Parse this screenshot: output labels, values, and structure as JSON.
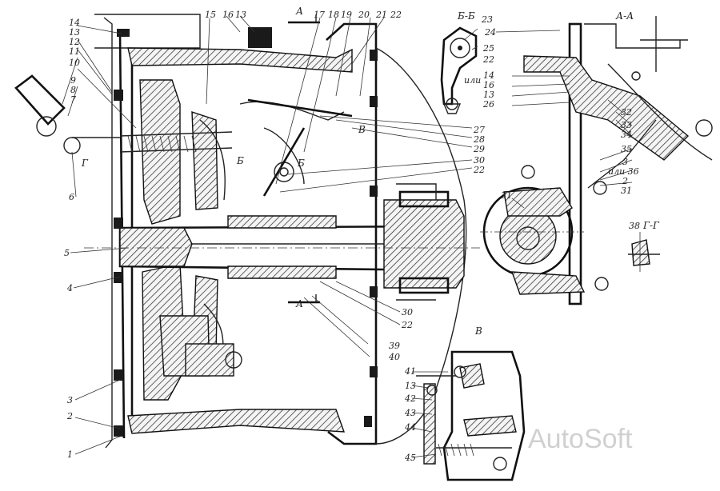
{
  "labels": {
    "l1": "1",
    "l2": "2",
    "l3": "3",
    "l4": "4",
    "l5": "5",
    "l6": "6",
    "l7": "7",
    "l8": "8",
    "l9": "9",
    "l10": "10",
    "l11": "11",
    "l12": "12",
    "l13": "13",
    "l14": "14",
    "l15": "15",
    "l16": "16",
    "l17": "17",
    "l18": "18",
    "l19": "19",
    "l20": "20",
    "l21": "21",
    "l22": "22",
    "l23": "23",
    "l24": "24",
    "l25": "25",
    "l26": "26",
    "l27": "27",
    "l28": "28",
    "l29": "29",
    "l30": "30",
    "l31": "31",
    "l32": "32",
    "l33": "33",
    "l34": "34",
    "l35": "35",
    "l36": "36",
    "l38": "38",
    "l39": "39",
    "l40": "40",
    "l41": "41",
    "l42": "42",
    "l43": "43",
    "l44": "44",
    "l45": "45"
  },
  "sections": {
    "a_a": "А-А",
    "b_b": "Б-Б",
    "g_g": "Г-Г",
    "view_v": "В",
    "mark_a": "А",
    "mark_b": "Б",
    "mark_g": "Г",
    "ili": "или",
    "ili36": "или 36"
  },
  "watermark": "AutoSoft"
}
